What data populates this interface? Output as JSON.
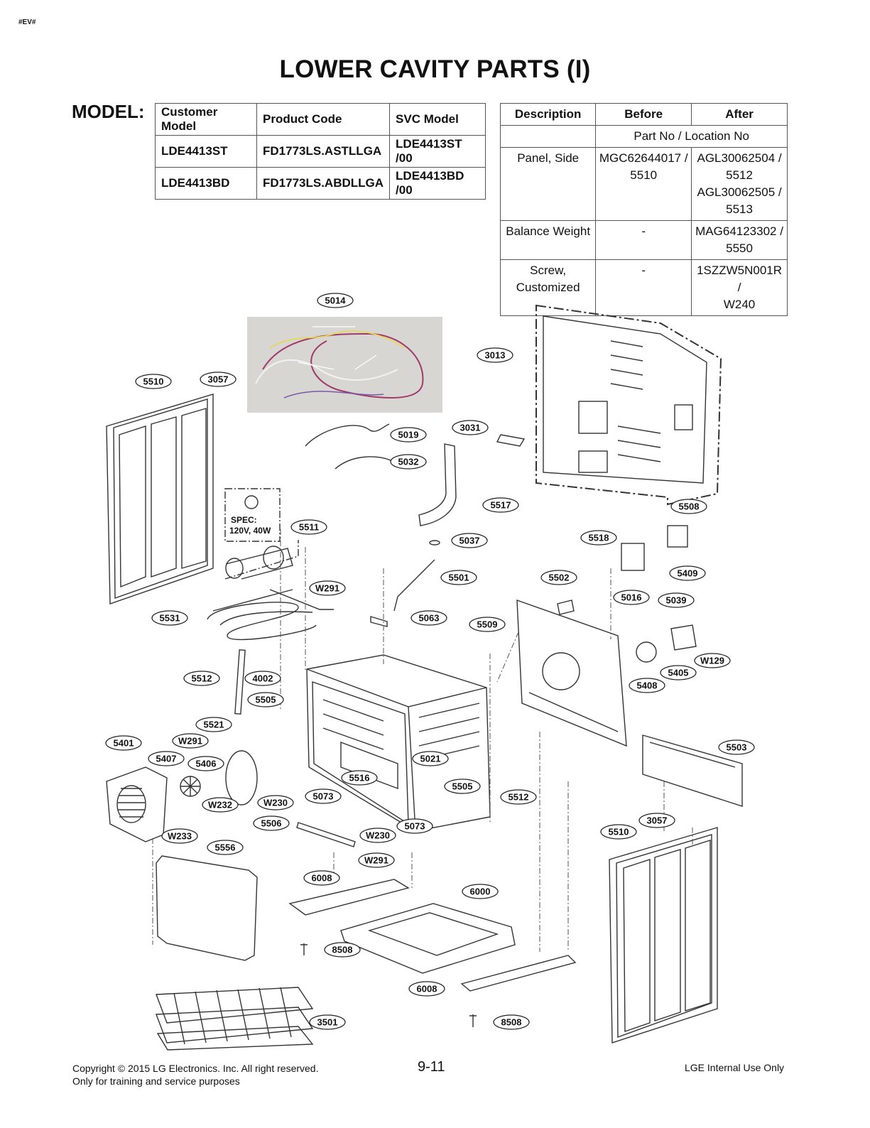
{
  "corner_tag": "#EV#",
  "title": "LOWER CAVITY PARTS (I)",
  "model_label": "MODEL:",
  "model_table": {
    "headers": [
      "Customer Model",
      "Product Code",
      "SVC Model"
    ],
    "rows": [
      [
        "LDE4413ST",
        "FD1773LS.ASTLLGA",
        "LDE4413ST /00"
      ],
      [
        "LDE4413BD",
        "FD1773LS.ABDLLGA",
        "LDE4413BD /00"
      ]
    ]
  },
  "change_table": {
    "headers": [
      "Description",
      "Before",
      "After"
    ],
    "subheader": "Part No / Location No",
    "rows": [
      {
        "description": [
          "Panel, Side"
        ],
        "before": [
          "MGC62644017 /",
          "5510"
        ],
        "after": [
          "AGL30062504 /",
          "5512",
          "AGL30062505 /",
          "5513"
        ]
      },
      {
        "description": [
          "Balance Weight"
        ],
        "before": [
          "-"
        ],
        "after": [
          "MAG64123302 /",
          "5550"
        ]
      },
      {
        "description": [
          "Screw,",
          "Customized"
        ],
        "before": [
          "-"
        ],
        "after": [
          "1SZZW5N001R /",
          "W240"
        ]
      }
    ]
  },
  "spec_box": [
    "SPEC:",
    "120V, 40W"
  ],
  "callouts": [
    "5014",
    "3013",
    "5510",
    "3057",
    "5019",
    "3031",
    "5032",
    "5517",
    "5508",
    "5511",
    "5037",
    "5518",
    "5501",
    "5409",
    "W291",
    "5502",
    "5016",
    "5039",
    "5531",
    "5063",
    "5509",
    "W129",
    "5512",
    "4002",
    "5405",
    "5408",
    "5505",
    "5521",
    "5401",
    "W291",
    "5503",
    "5407",
    "5406",
    "5021",
    "5516",
    "5505",
    "5512",
    "W232",
    "W230",
    "5073",
    "W233",
    "5506",
    "5073",
    "W230",
    "3057",
    "5510",
    "5556",
    "W291",
    "6008",
    "6000",
    "8508",
    "6008",
    "3501",
    "8508"
  ],
  "footer": {
    "copyright": "Copyright © 2015 LG Electronics. Inc. All right reserved.",
    "training": "Only for training and service purposes",
    "page": "9-11",
    "internal": "LGE Internal Use Only"
  }
}
